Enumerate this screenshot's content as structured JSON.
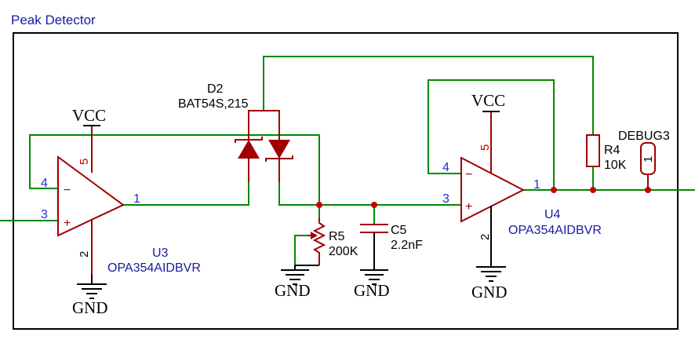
{
  "sheet": {
    "title": "Peak Detector"
  },
  "colors": {
    "wire": "#008a00",
    "component": "#a00000",
    "label": "#1a1a9e",
    "power_text": "#000000",
    "pin_number": "#2030d0",
    "pin_number_vertical": "#cc0000",
    "frame": "#000000"
  },
  "components": {
    "u3": {
      "designator": "U3",
      "value": "OPA354AIDBVR",
      "pin_inv": "4",
      "pin_noninv": "3",
      "pin_out": "1",
      "pin_vcc": "5",
      "pin_gnd": "2",
      "sign_minus": "−",
      "sign_plus": "+"
    },
    "u4": {
      "designator": "U4",
      "value": "OPA354AIDBVR",
      "pin_inv": "4",
      "pin_noninv": "3",
      "pin_out": "1",
      "pin_vcc": "5",
      "pin_gnd": "2",
      "sign_minus": "−",
      "sign_plus": "+"
    },
    "d2": {
      "designator": "D2",
      "value": "BAT54S,215"
    },
    "r5": {
      "designator": "R5",
      "value": "200K"
    },
    "c5": {
      "designator": "C5",
      "value": "2.2nF"
    },
    "r4": {
      "designator": "R4",
      "value": "10K"
    },
    "debug3": {
      "designator": "DEBUG3",
      "pin": "1"
    }
  },
  "power": {
    "vcc_u3": "VCC",
    "vcc_u4": "VCC",
    "gnd_u3": "GND",
    "gnd_r5": "GND",
    "gnd_c5": "GND",
    "gnd_u4": "GND"
  }
}
